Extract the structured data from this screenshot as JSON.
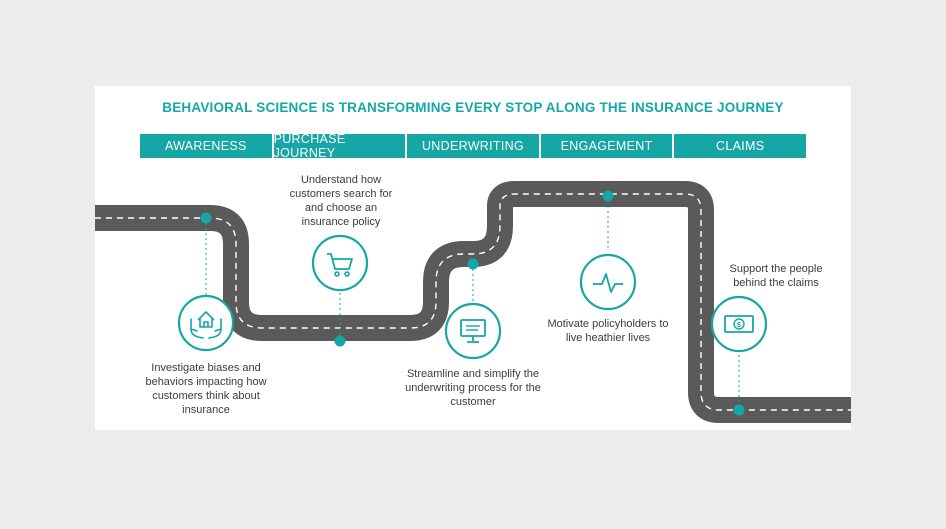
{
  "title": "BEHAVIORAL SCIENCE IS TRANSFORMING EVERY STOP ALONG THE INSURANCE JOURNEY",
  "stages": [
    "AWARENESS",
    "PURCHASE JOURNEY",
    "UNDERWRITING",
    "ENGAGEMENT",
    "CLAIMS"
  ],
  "stops": [
    {
      "caption": "Investigate biases and behaviors impacting how customers think about insurance",
      "icon": "house-hands-icon"
    },
    {
      "caption": "Understand how customers search for and choose an insurance policy",
      "icon": "shopping-cart-icon"
    },
    {
      "caption": "Streamline and simplify the underwriting process for the customer",
      "icon": "computer-monitor-icon"
    },
    {
      "caption": "Motivate policyholders to live heathier lives",
      "icon": "heartbeat-icon"
    },
    {
      "caption": "Support the people behind the claims",
      "icon": "dollar-bill-icon"
    }
  ],
  "colors": {
    "teal": "#16a6a6",
    "road": "#5a5a5a",
    "background": "#ececec"
  }
}
